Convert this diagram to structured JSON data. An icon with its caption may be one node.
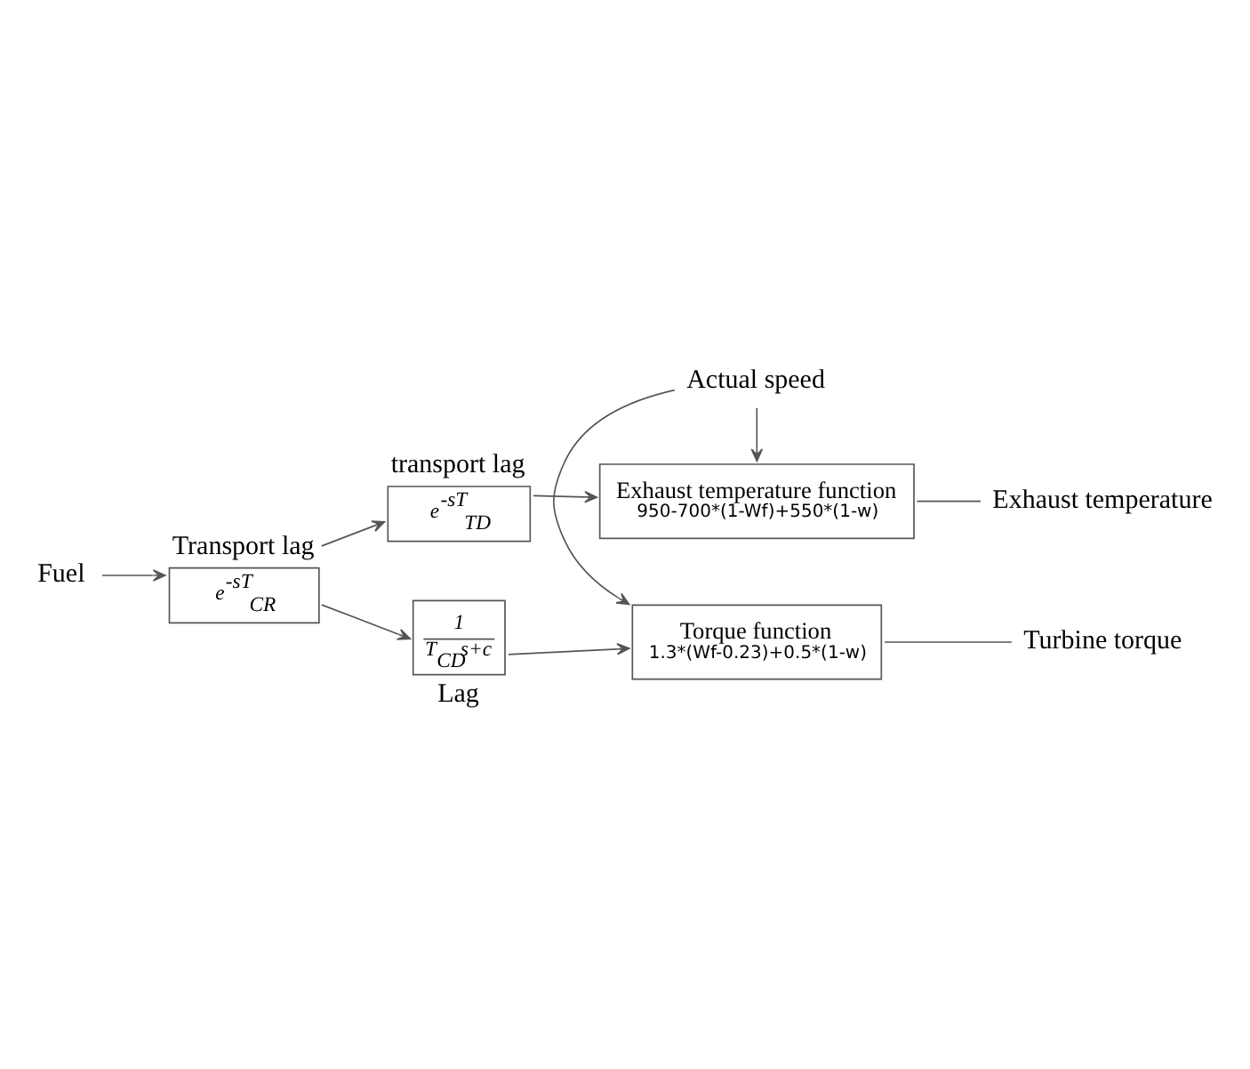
{
  "diagram": {
    "nodes": [
      {
        "text": [
          "Fuel"
        ]
      },
      {
        "text": [
          "e$^{-sT}$$_{CR}$"
        ],
        "beside": [
          "Transport lag"
        ]
      },
      {
        "text": [
          "e$^{-sT}$$_{TD}$"
        ],
        "beside": [
          "transport lag"
        ]
      },
      {
        "text": [
          "1",
          "T$_{CD}$s+c"
        ],
        "beside": [
          "Lag"
        ]
      },
      {
        "text": [
          "Exhaust temperature function",
          "950-700*(1-Wf)+550*(1-w)"
        ]
      },
      {
        "text": [
          "Exhaust temperature"
        ]
      },
      {
        "text": [
          "Torque function",
          "1.3*(Wf-0.23)+0.5*(1-w)"
        ]
      },
      {
        "text": [
          "Turbine torque"
        ]
      },
      {
        "text": [
          "Actual speed"
        ]
      }
    ],
    "edges": [
      {
        "from": 0,
        "to": 1,
        "arrow": "to"
      },
      {
        "from": 1,
        "to": 2,
        "arrow": "to"
      },
      {
        "from": 1,
        "to": 3,
        "arrow": "to"
      },
      {
        "from": 2,
        "to": 4,
        "arrow": "to"
      },
      {
        "from": 3,
        "to": 6,
        "arrow": "to"
      },
      {
        "from": 4,
        "to": 5,
        "arrow": "none"
      },
      {
        "from": 6,
        "to": 7,
        "arrow": "none"
      },
      {
        "from": 8,
        "to": 4,
        "arrow": "to"
      },
      {
        "from": 8,
        "to": 6,
        "arrow": "to"
      }
    ]
  }
}
